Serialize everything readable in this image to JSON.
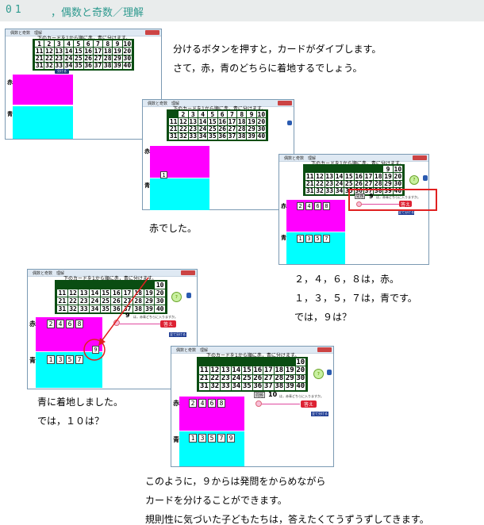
{
  "header": {
    "number": "01",
    "title": "，偶数と奇数／理解"
  },
  "app": {
    "window_title": "偶数と奇数　理解",
    "caption": "下のカードを1から順に赤，青に分けます。",
    "divide_button": "分ける",
    "red_label": "赤",
    "blue_label": "青",
    "question_label": "問題",
    "question_text": "は，赤青どちらに入りますか。",
    "answer_button": "答え",
    "divide_all_button": "全て分ける"
  },
  "screens": {
    "s1": {
      "grid": [
        "1",
        "2",
        "3",
        "4",
        "5",
        "6",
        "7",
        "8",
        "9",
        "10",
        "11",
        "12",
        "13",
        "14",
        "15",
        "16",
        "17",
        "18",
        "19",
        "20",
        "21",
        "22",
        "23",
        "24",
        "25",
        "26",
        "27",
        "28",
        "29",
        "30",
        "31",
        "32",
        "33",
        "34",
        "35",
        "36",
        "37",
        "38",
        "39",
        "40"
      ]
    },
    "s2": {
      "grid": [
        "",
        "2",
        "3",
        "4",
        "5",
        "6",
        "7",
        "8",
        "9",
        "10",
        "11",
        "12",
        "13",
        "14",
        "15",
        "16",
        "17",
        "18",
        "19",
        "20",
        "21",
        "22",
        "23",
        "24",
        "25",
        "26",
        "27",
        "28",
        "29",
        "30",
        "31",
        "32",
        "33",
        "34",
        "35",
        "36",
        "37",
        "38",
        "39",
        "40"
      ],
      "falling_card": "1"
    },
    "s3": {
      "grid": [
        "",
        "",
        "",
        "",
        "",
        "",
        "",
        "",
        "9",
        "10",
        "11",
        "12",
        "13",
        "14",
        "15",
        "16",
        "17",
        "18",
        "19",
        "20",
        "21",
        "22",
        "23",
        "24",
        "25",
        "26",
        "27",
        "28",
        "29",
        "30",
        "31",
        "32",
        "33",
        "34",
        "35",
        "36",
        "37",
        "38",
        "39",
        "40"
      ],
      "red": [
        "2",
        "4",
        "6",
        "8"
      ],
      "blue": [
        "1",
        "3",
        "5",
        "7"
      ],
      "question": "9"
    },
    "s4": {
      "grid": [
        "",
        "",
        "",
        "",
        "",
        "",
        "",
        "",
        "",
        "10",
        "11",
        "12",
        "13",
        "14",
        "15",
        "16",
        "17",
        "18",
        "19",
        "20",
        "21",
        "22",
        "23",
        "24",
        "25",
        "26",
        "27",
        "28",
        "29",
        "30",
        "31",
        "32",
        "33",
        "34",
        "35",
        "36",
        "37",
        "38",
        "39",
        "40"
      ],
      "red": [
        "2",
        "4",
        "6",
        "8"
      ],
      "blue": [
        "1",
        "3",
        "5",
        "7"
      ],
      "question": "9",
      "landing_card": "9"
    },
    "s5": {
      "grid": [
        "",
        "",
        "",
        "",
        "",
        "",
        "",
        "",
        "",
        "10",
        "11",
        "12",
        "13",
        "14",
        "15",
        "16",
        "17",
        "18",
        "19",
        "20",
        "21",
        "22",
        "23",
        "24",
        "25",
        "26",
        "27",
        "28",
        "29",
        "30",
        "31",
        "32",
        "33",
        "34",
        "35",
        "36",
        "37",
        "38",
        "39",
        "40"
      ],
      "red": [
        "2",
        "4",
        "6",
        "8"
      ],
      "blue": [
        "1",
        "3",
        "5",
        "7",
        "9"
      ],
      "question": "10"
    }
  },
  "text": {
    "t1": [
      "分けるボタンを押すと，カードがダイブします。",
      "さて，赤，青のどちらに着地するでしょう。"
    ],
    "t2": [
      "赤でした。"
    ],
    "t3": [
      "２，４，６，８は，赤。",
      "１，３，５，７は，青です。",
      "では，９は？"
    ],
    "t4": [
      "青に着地しました。",
      "では，１０は？"
    ],
    "t5": [
      "このように，９からは発問をからめながら",
      "カードを分けることができます。",
      "規則性に気づいた子どもたちは，答えたくてうずうずしてきます。"
    ]
  },
  "colors": {
    "header_text": "#2f9a8f",
    "grid_bg": "#0a4d12",
    "red_zone": "#ff00ff",
    "blue_zone": "#00ffff",
    "highlight": "#e02020"
  }
}
